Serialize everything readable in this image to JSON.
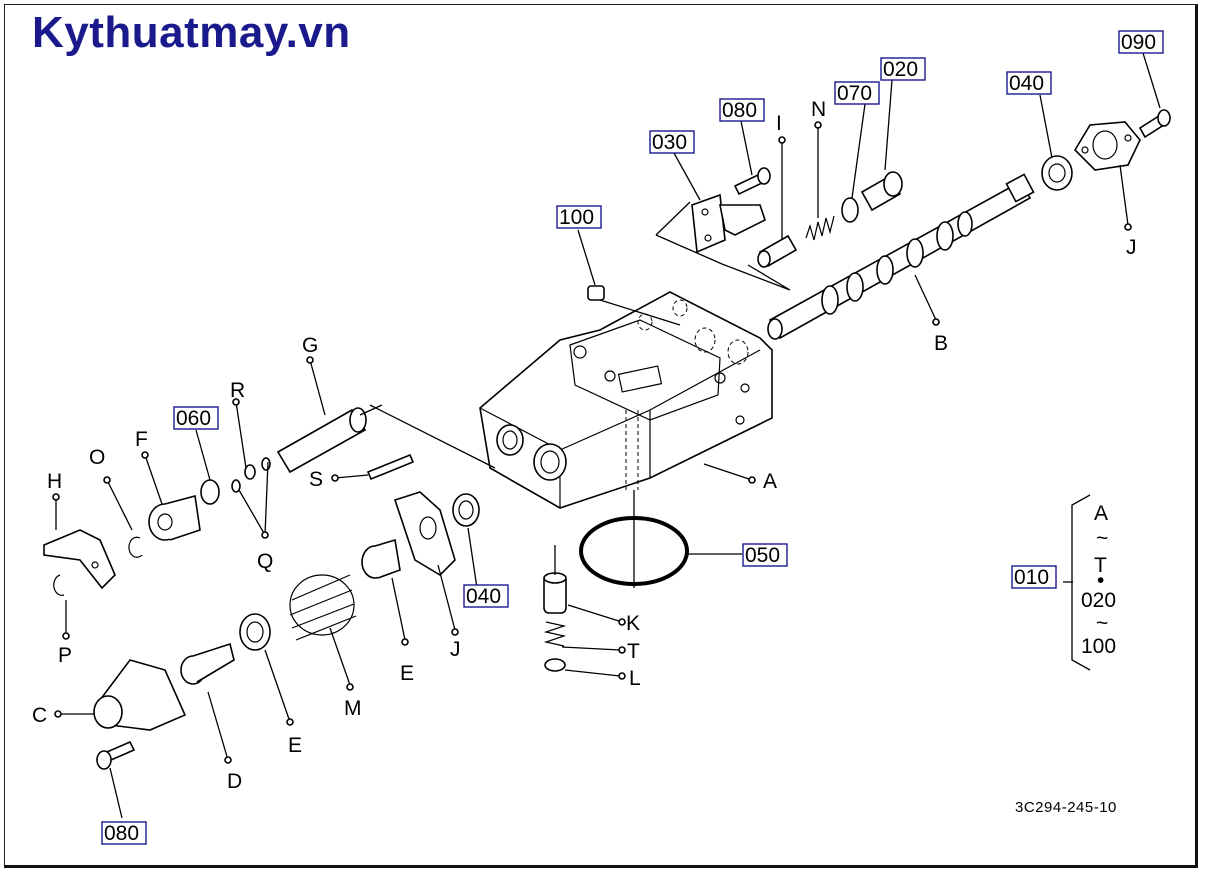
{
  "brand": "Kythuatmay.vn",
  "ref_code": "3C294-245-10",
  "part_codes": [
    "010",
    "020",
    "030",
    "040",
    "040",
    "050",
    "060",
    "070",
    "080",
    "080",
    "090",
    "100"
  ],
  "letter_labels": [
    "A",
    "B",
    "C",
    "D",
    "E",
    "E",
    "F",
    "G",
    "H",
    "I",
    "J",
    "J",
    "K",
    "L",
    "M",
    "N",
    "O",
    "P",
    "Q",
    "R",
    "S",
    "T"
  ],
  "legend": {
    "code": "010",
    "lines": [
      "A",
      "~",
      "T",
      "•",
      "020",
      "~",
      "100"
    ]
  }
}
